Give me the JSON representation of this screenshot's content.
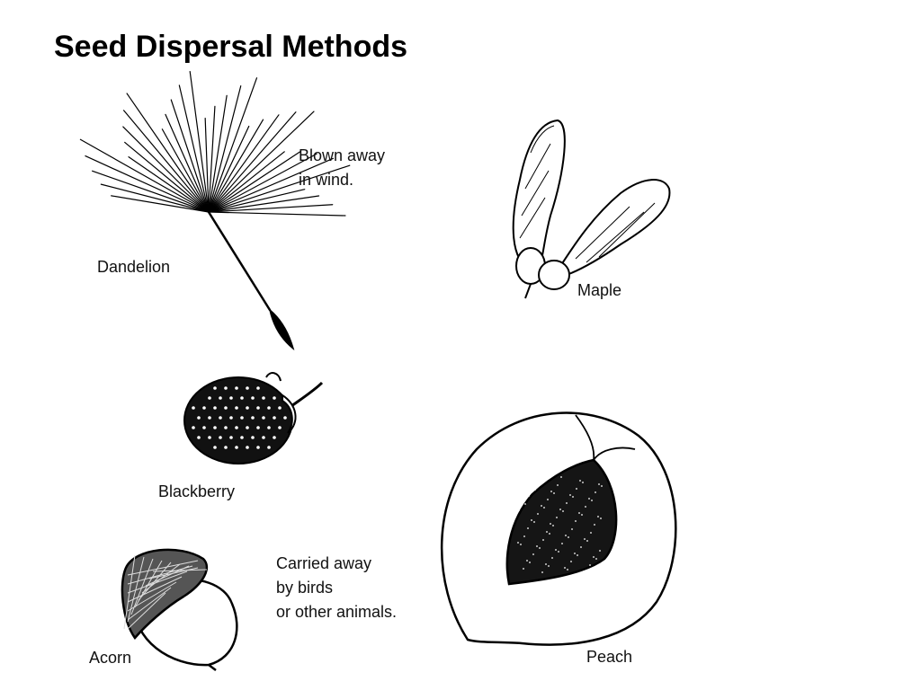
{
  "title": "Seed Dispersal Methods",
  "captions": {
    "wind": [
      "Blown away",
      "in wind."
    ],
    "animals": [
      "Carried away",
      "by birds",
      "or other animals."
    ]
  },
  "labels": {
    "dandelion": "Dandelion",
    "maple": "Maple",
    "blackberry": "Blackberry",
    "acorn": "Acorn",
    "peach": "Peach"
  }
}
